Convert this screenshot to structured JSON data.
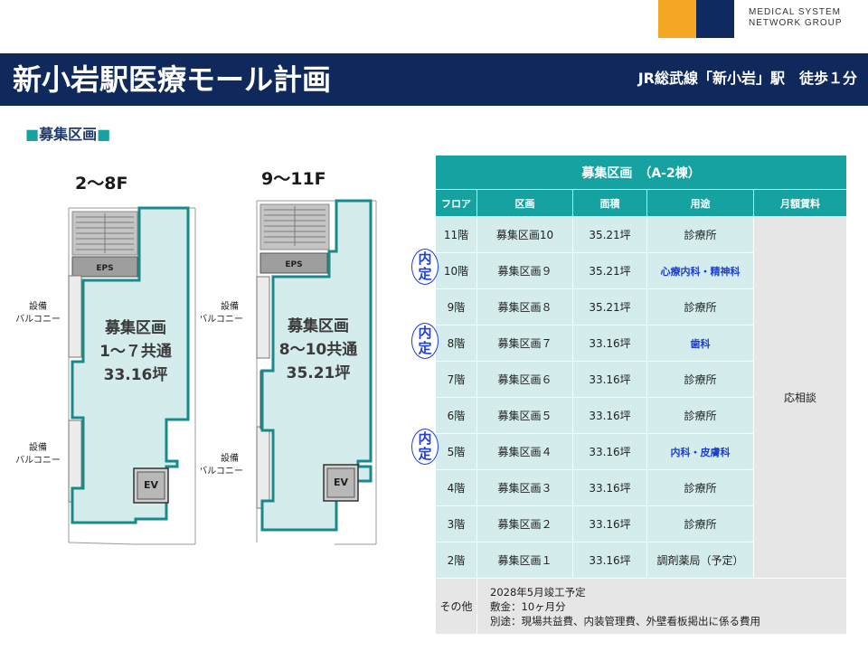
{
  "logo": {
    "line1": "MEDICAL SYSTEM",
    "line2": "NETWORK GROUP",
    "orange": "#f5a623",
    "navy": "#0f2a5e"
  },
  "header": {
    "title": "新小岩駅医療モール計画",
    "access": "JR総武線「新小岩」駅　徒歩１分",
    "bg": "#10295c"
  },
  "section": {
    "title": "募集区画",
    "marker": "■"
  },
  "plans": [
    {
      "floor": "2〜8F",
      "area_lines": [
        "募集区画",
        "1〜７共通",
        "33.16坪"
      ],
      "balcony_label_lines": [
        "設備",
        "バルコニー"
      ],
      "eps": "EPS",
      "ev": "EV"
    },
    {
      "floor": "9〜11F",
      "area_lines": [
        "募集区画",
        "8〜10共通",
        "35.21坪"
      ],
      "balcony_label_lines": [
        "設備",
        "バルコニー"
      ],
      "eps": "EPS",
      "ev": "EV"
    }
  ],
  "table": {
    "title": "募集区画　（A-2棟）",
    "headers": [
      "フロア",
      "区画",
      "面積",
      "用途",
      "月額賃料"
    ],
    "rent_value": "応相談",
    "rows": [
      {
        "floor": "11階",
        "unit": "募集区画10",
        "area": "35.21坪",
        "use": "診療所",
        "highlight": false,
        "reserved": false
      },
      {
        "floor": "10階",
        "unit": "募集区画９",
        "area": "35.21坪",
        "use": "心療内科・精神科",
        "highlight": true,
        "reserved": true
      },
      {
        "floor": "9階",
        "unit": "募集区画８",
        "area": "35.21坪",
        "use": "診療所",
        "highlight": false,
        "reserved": false
      },
      {
        "floor": "8階",
        "unit": "募集区画７",
        "area": "33.16坪",
        "use": "歯科",
        "highlight": true,
        "reserved": true
      },
      {
        "floor": "7階",
        "unit": "募集区画６",
        "area": "33.16坪",
        "use": "診療所",
        "highlight": false,
        "reserved": false
      },
      {
        "floor": "6階",
        "unit": "募集区画５",
        "area": "33.16坪",
        "use": "診療所",
        "highlight": false,
        "reserved": false
      },
      {
        "floor": "5階",
        "unit": "募集区画４",
        "area": "33.16坪",
        "use": "内科・皮膚科",
        "highlight": true,
        "reserved": true
      },
      {
        "floor": "4階",
        "unit": "募集区画３",
        "area": "33.16坪",
        "use": "診療所",
        "highlight": false,
        "reserved": false
      },
      {
        "floor": "3階",
        "unit": "募集区画２",
        "area": "33.16坪",
        "use": "診療所",
        "highlight": false,
        "reserved": false
      },
      {
        "floor": "2階",
        "unit": "募集区画１",
        "area": "33.16坪",
        "use": "調剤薬局（予定）",
        "highlight": false,
        "reserved": false
      }
    ],
    "other_label": "その他",
    "other_lines": [
      "2028年5月竣工予定",
      "敷金：10ヶ月分",
      "別途：現場共益費、内装管理費、外壁看板掲出に係る費用"
    ],
    "header_color": "#17a2a2",
    "cell_color": "#d4ecec",
    "grey_color": "#e6e6e6",
    "blue_text": "#1a3fd1"
  },
  "stamp": {
    "line1": "内",
    "line2": "定"
  }
}
